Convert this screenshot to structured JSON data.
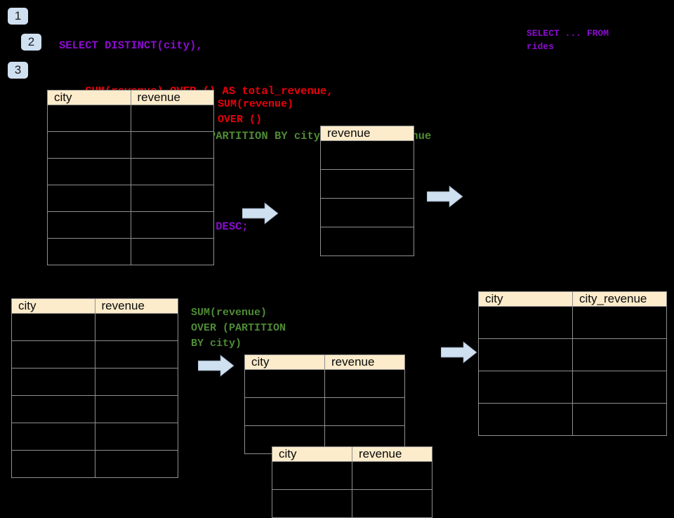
{
  "background": "#000000",
  "palette": {
    "badge_bg": "#CFE0F1",
    "header_bg": "#FCECCB",
    "grid_line": "#8f8f8f",
    "arrow_fill": "#CFE0F1",
    "sql_purple": "#8A0DCF",
    "sql_red": "#E8000A",
    "sql_green": "#4E8B36"
  },
  "steps": [
    {
      "label": "1"
    },
    {
      "label": "2"
    },
    {
      "label": "3"
    }
  ],
  "sql": {
    "lines": [
      {
        "text": "SELECT DISTINCT(city),",
        "color": "purple"
      },
      {
        "text": "    SUM(revenue) OVER () AS total_revenue,",
        "color": "red"
      },
      {
        "text": "    SUM(revenue) OVER (PARTITION BY city) as city_revenue",
        "color": "green"
      },
      {
        "text": "  FROM rides",
        "color": "purple"
      },
      {
        "text": "  ORDER by city_revenue DESC;",
        "color": "purple"
      }
    ]
  },
  "side_note": {
    "text": "SELECT ... FROM\nrides"
  },
  "annotations": {
    "total_revenue": {
      "text": "SUM(revenue)\nOVER ()",
      "color": "#E8000A"
    },
    "city_revenue": {
      "text": "SUM(revenue)\nOVER (PARTITION\nBY city)",
      "color": "#4E8B36"
    }
  },
  "tables": {
    "rides_top": {
      "name": "rides-source-table-top",
      "columns": [
        "city",
        "revenue"
      ],
      "row_count": 6,
      "rows": [
        [
          "",
          ""
        ],
        [
          "",
          ""
        ],
        [
          "",
          ""
        ],
        [
          "",
          ""
        ],
        [
          "",
          ""
        ],
        [
          "",
          ""
        ]
      ]
    },
    "total_revenue_result": {
      "name": "total-revenue-table",
      "columns": [
        "revenue"
      ],
      "row_count": 4,
      "rows": [
        [
          ""
        ],
        [
          ""
        ],
        [
          ""
        ],
        [
          ""
        ]
      ]
    },
    "rides_bottom": {
      "name": "rides-source-table-bottom",
      "columns": [
        "city",
        "revenue"
      ],
      "row_count": 6,
      "rows": [
        [
          "",
          ""
        ],
        [
          "",
          ""
        ],
        [
          "",
          ""
        ],
        [
          "",
          ""
        ],
        [
          "",
          ""
        ],
        [
          "",
          ""
        ]
      ]
    },
    "partition_back": {
      "name": "partition-group-table-back",
      "columns": [
        "city",
        "revenue"
      ],
      "row_count": 3,
      "rows": [
        [
          "",
          ""
        ],
        [
          "",
          ""
        ],
        [
          "",
          ""
        ]
      ]
    },
    "partition_front": {
      "name": "partition-group-table-front",
      "columns": [
        "city",
        "revenue"
      ],
      "row_count": 2,
      "rows": [
        [
          "",
          ""
        ],
        [
          "",
          ""
        ]
      ]
    },
    "final_result": {
      "name": "final-result-table",
      "columns": [
        "city",
        "city_revenue"
      ],
      "row_count": 4,
      "rows": [
        [
          "",
          ""
        ],
        [
          "",
          ""
        ],
        [
          "",
          ""
        ],
        [
          "",
          ""
        ]
      ]
    }
  },
  "arrows": [
    {
      "name": "arrow-rides-to-total-revenue"
    },
    {
      "name": "arrow-total-revenue-to-final"
    },
    {
      "name": "arrow-rides-to-partition"
    },
    {
      "name": "arrow-partition-to-final"
    }
  ]
}
